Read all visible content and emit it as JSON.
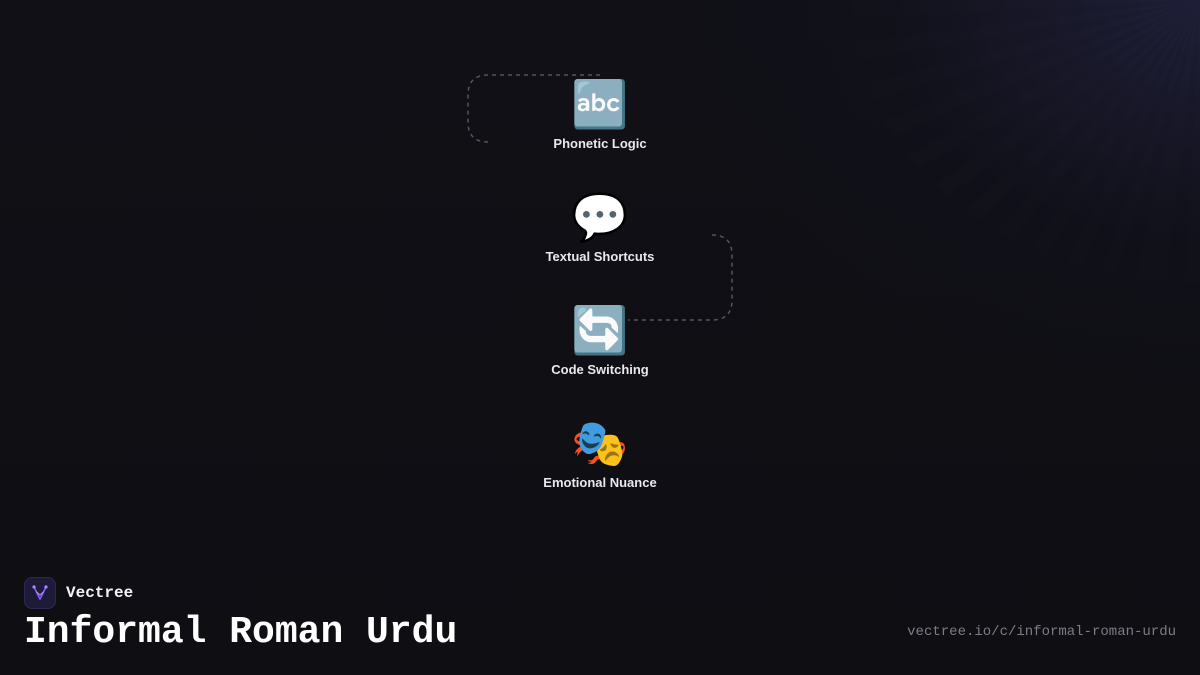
{
  "nodes": [
    {
      "icon": "🔤",
      "icon_name": "abc-letters-icon",
      "label": "Phonetic Logic"
    },
    {
      "icon": "💬",
      "icon_name": "speech-bubble-icon",
      "label": "Textual Shortcuts"
    },
    {
      "icon": "🔄",
      "icon_name": "arrows-cycle-icon",
      "label": "Code Switching"
    },
    {
      "icon": "🎭",
      "icon_name": "theater-masks-icon",
      "label": "Emotional Nuance"
    }
  ],
  "brand": {
    "name": "Vectree",
    "logo_icon": "vectree-logo-icon",
    "accent": "#8b5cf6"
  },
  "title": "Informal Roman Urdu",
  "url": "vectree.io/c/informal-roman-urdu",
  "colors": {
    "background": "#0f0f14",
    "connector": "#55555e",
    "url_text": "#7c7c86"
  }
}
